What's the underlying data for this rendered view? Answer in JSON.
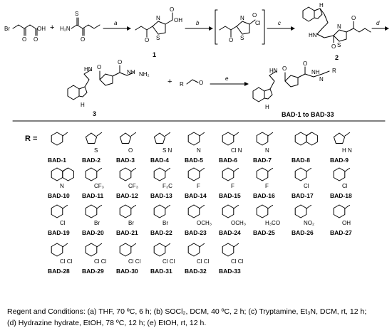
{
  "top": {
    "reagent_1": "Br",
    "reagent_2_atoms": [
      "S",
      "H₂N",
      "O"
    ],
    "conditions": [
      "a",
      "b",
      "c",
      "d",
      "e"
    ],
    "compounds": [
      "1",
      "2",
      "3"
    ],
    "products": "BAD-1 to BAD-33",
    "atoms": {
      "O": "O",
      "OH": "OH",
      "N": "N",
      "S": "S",
      "Cl": "Cl",
      "NH": "NH",
      "HN": "HN",
      "H": "H",
      "NH2": "NH₂",
      "R": "R"
    }
  },
  "r_label": "R =",
  "compounds": [
    {
      "id": "BAD-1",
      "sub": ""
    },
    {
      "id": "BAD-2",
      "sub": "S"
    },
    {
      "id": "BAD-3",
      "sub": "O"
    },
    {
      "id": "BAD-4",
      "sub": "S N"
    },
    {
      "id": "BAD-5",
      "sub": "N"
    },
    {
      "id": "BAD-6",
      "sub": "Cl N"
    },
    {
      "id": "BAD-7",
      "sub": "N"
    },
    {
      "id": "BAD-8",
      "sub": ""
    },
    {
      "id": "BAD-9",
      "sub": "H N"
    },
    {
      "id": "BAD-10",
      "sub": "N"
    },
    {
      "id": "BAD-11",
      "sub": "CF₃"
    },
    {
      "id": "BAD-12",
      "sub": "CF₃"
    },
    {
      "id": "BAD-13",
      "sub": "F₃C"
    },
    {
      "id": "BAD-14",
      "sub": "F"
    },
    {
      "id": "BAD-15",
      "sub": "F"
    },
    {
      "id": "BAD-16",
      "sub": "F"
    },
    {
      "id": "BAD-17",
      "sub": "Cl"
    },
    {
      "id": "BAD-18",
      "sub": "Cl"
    },
    {
      "id": "BAD-19",
      "sub": "Cl"
    },
    {
      "id": "BAD-20",
      "sub": "Br"
    },
    {
      "id": "BAD-21",
      "sub": "Br"
    },
    {
      "id": "BAD-22",
      "sub": "Br"
    },
    {
      "id": "BAD-23",
      "sub": "OCH₃"
    },
    {
      "id": "BAD-24",
      "sub": "OCH₃"
    },
    {
      "id": "BAD-25",
      "sub": "H₃CO"
    },
    {
      "id": "BAD-26",
      "sub": "NO₂"
    },
    {
      "id": "BAD-27",
      "sub": "OH"
    },
    {
      "id": "BAD-28",
      "sub": "Cl Cl"
    },
    {
      "id": "BAD-29",
      "sub": "Cl Cl"
    },
    {
      "id": "BAD-30",
      "sub": "Cl Cl"
    },
    {
      "id": "BAD-31",
      "sub": "Cl Cl"
    },
    {
      "id": "BAD-32",
      "sub": "Cl Cl"
    },
    {
      "id": "BAD-33",
      "sub": "Cl Cl"
    }
  ],
  "conditions_text": "Regent and Conditions: (a) THF, 70 ºC, 6 h; (b) SOCl₂, DCM, 40 ºC, 2 h; (c) Tryptamine, Et₃N, DCM, rt, 12 h;\n(d) Hydrazine hydrate, EtOH, 78 ºC, 12 h; (e) EtOH, rt, 12 h."
}
